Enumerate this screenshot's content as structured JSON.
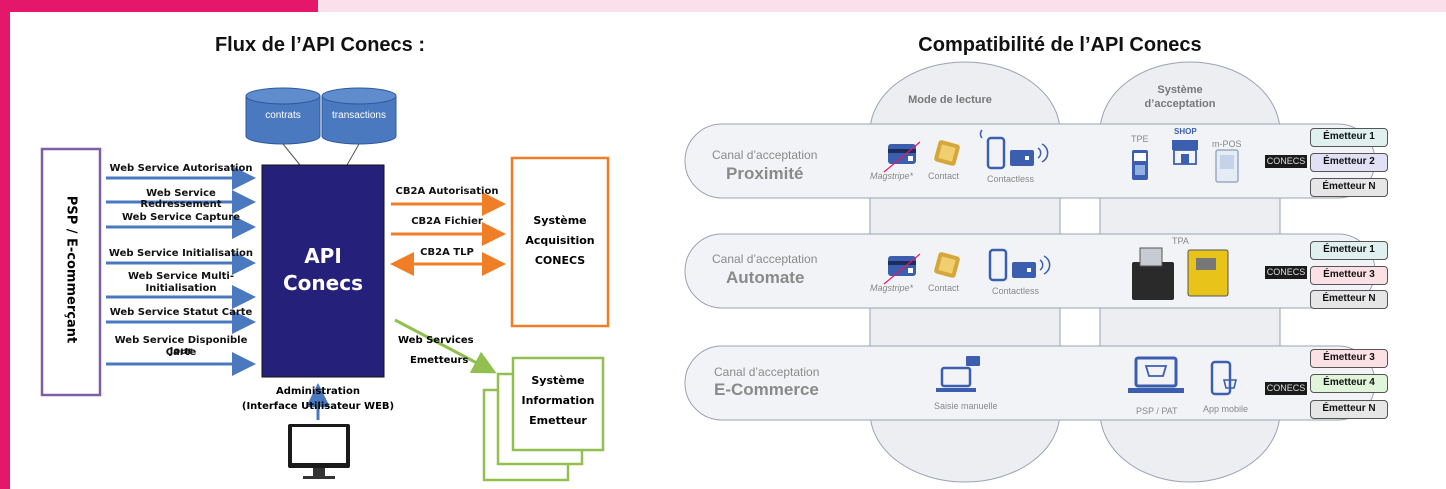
{
  "titles": {
    "left": "Flux de l’API Conecs :",
    "right": "Compatibilité de l’API Conecs"
  },
  "left_diagram": {
    "psp_label": "PSP / E-commerçant",
    "db_contracts": "contrats",
    "db_transactions": "transactions",
    "api_line1": "API",
    "api_line2": "Conecs",
    "web_services": [
      {
        "label": "Web Service Autorisation"
      },
      {
        "label": "Web Service Redressement"
      },
      {
        "label": "Web Service Capture"
      },
      {
        "label": "Web Service Initialisation"
      },
      {
        "label1": "Web Service Multi-",
        "label2": "Initialisation"
      },
      {
        "label": "Web Service Statut Carte"
      },
      {
        "label1": "Web Service Disponible Jour",
        "label2": "Carte"
      }
    ],
    "cb2a": [
      "CB2A Autorisation",
      "CB2A Fichier",
      "CB2A TLP"
    ],
    "acq_lines": [
      "Système",
      "Acquisition",
      "CONECS"
    ],
    "ws_emetteurs_line1": "Web Services",
    "ws_emetteurs_line2": "Emetteurs",
    "info_lines": [
      "Système",
      "Information",
      "Emetteur"
    ],
    "admin_line1": "Administration",
    "admin_line2": "(Interface Utilisateur WEB)"
  },
  "right_diagram": {
    "col_mode": "Mode de lecture",
    "col_systeme1": "Système",
    "col_systeme2": "d’acceptation",
    "channel_prefix": "Canal d’acceptation",
    "channels": [
      {
        "name": "Proximité",
        "emetteurs": [
          "Émetteur 1",
          "Émetteur 2",
          "Émetteur N"
        ],
        "colors": [
          "#dff0ee",
          "#e2e0f4",
          "#e6e6e6"
        ]
      },
      {
        "name": "Automate",
        "emetteurs": [
          "Émetteur 1",
          "Émetteur 3",
          "Émetteur N"
        ],
        "colors": [
          "#dff0ee",
          "#fbe0e6",
          "#e6e6e6"
        ]
      },
      {
        "name": "E-Commerce",
        "emetteurs": [
          "Émetteur 3",
          "Émetteur 4",
          "Émetteur N"
        ],
        "colors": [
          "#fbe0e6",
          "#e1f5da",
          "#e6e6e6"
        ]
      }
    ],
    "magstripe": "Magstripe*",
    "contact": "Contact",
    "contactless": "Contactless",
    "tpe": "TPE",
    "shop": "SHOP",
    "mpos": "m-POS",
    "tpa": "TPA",
    "saisie": "Saisie manuelle",
    "psp_pat": "PSP / PAT",
    "app_mobile": "App mobile",
    "conecs_logo": "CONECS"
  },
  "colors": {
    "brand_pink": "#e5176b",
    "api_box": "#25217a",
    "arrow_blue": "#4a79c0",
    "arrow_orange": "#f07e26",
    "green": "#92c050",
    "psp_border": "#7f5ea8"
  }
}
